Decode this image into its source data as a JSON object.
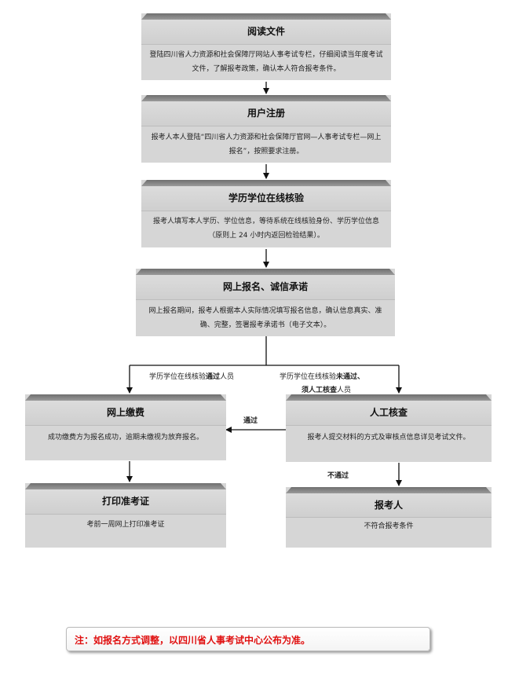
{
  "steps": {
    "read": {
      "title": "阅读文件",
      "desc": "登陆四川省人力资源和社会保障厅网站人事考试专栏，仔细阅读当年度考试文件，了解报考政策，确认本人符合报考条件。"
    },
    "register": {
      "title": "用户注册",
      "desc": "报考人本人登陆“四川省人力资源和社会保障厅官网—人事考试专栏—网上报名”，按照要求注册。"
    },
    "verify": {
      "title": "学历学位在线核验",
      "desc": "报考人填写本人学历、学位信息，等待系统在线核验身份、学历学位信息（原则上 24 小时内返回检验结果）。"
    },
    "apply": {
      "title": "网上报名、诚信承诺",
      "desc": "网上报名期间，报考人根据本人实际情况填写报名信息，确认信息真实、准确、完整，签署报考承诺书（电子文本）。"
    },
    "pay": {
      "title": "网上缴费",
      "desc": "成功缴费方为报名成功，逾期未缴视为放弃报名。"
    },
    "manual": {
      "title": "人工核查",
      "desc": "报考人提交材料的方式及审核点信息详见考试文件。"
    },
    "print": {
      "title": "打印准考证",
      "desc": "考前一周网上打印准考证"
    },
    "fail": {
      "title": "报考人",
      "desc": "不符合报考条件"
    }
  },
  "branch_labels": {
    "passed_prefix": "学历学位在线核验",
    "passed_bold": "通过",
    "passed_suffix": "人员",
    "notpassed_prefix": "学历学位在线核验",
    "notpassed_bold1": "未通过、",
    "notpassed_bold2": "须人工核查",
    "notpassed_suffix": "人员",
    "pass": "通过",
    "not_pass": "不通过"
  },
  "note": "注：如报名方式调整，以四川省人事考试中心公布为准。"
}
